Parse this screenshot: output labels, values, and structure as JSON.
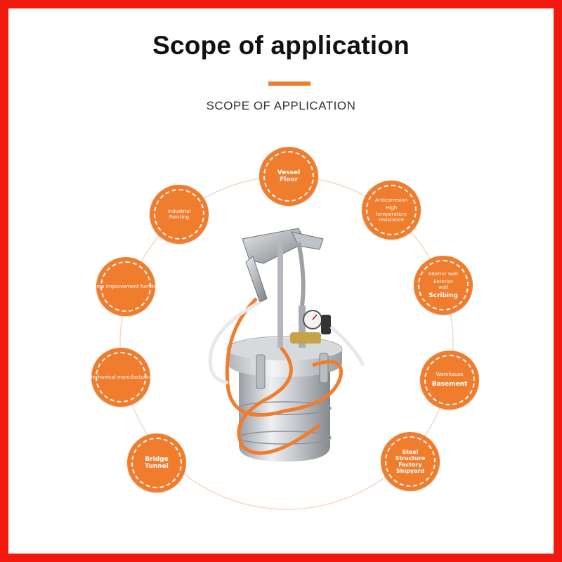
{
  "header": {
    "title": "Scope of application",
    "subtitle": "SCOPE OF APPLICATION"
  },
  "colors": {
    "border": "#f21a0f",
    "accent": "#f07d2d"
  },
  "applications": {
    "vessel": [
      "Vessel",
      "Floor"
    ],
    "anticorrosion": [
      "Anticorresion",
      "High",
      "temperature",
      "resistance"
    ],
    "wall": [
      "Interior wall",
      "Exterior",
      "wall",
      "Scribing"
    ],
    "basement": [
      "Warehouse",
      "Basement"
    ],
    "steel": [
      "Steel",
      "Structure",
      "Factory",
      "Shipyard"
    ],
    "bridge": [
      "Bridge",
      "Tunnel"
    ],
    "mechanical": [
      "Mechanical manufacturing"
    ],
    "home": [
      "Home improvement furniture"
    ],
    "industrial": [
      "Industrial",
      "Painting"
    ]
  },
  "product": {
    "icon": "spray-gun-pressure-tank-icon"
  }
}
